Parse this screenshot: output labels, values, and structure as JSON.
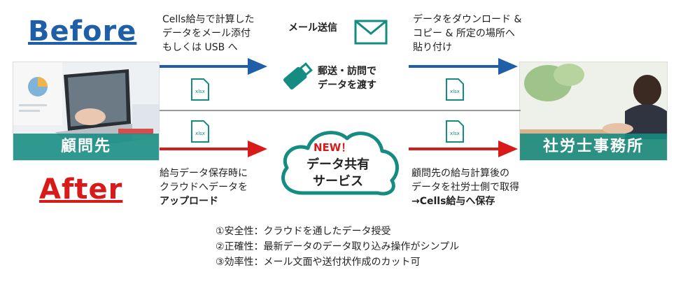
{
  "before": {
    "heading": "Before",
    "left_text": [
      "Cells給与で計算した",
      "データをメール添付",
      "もしくは USB へ"
    ],
    "email_label": "メール送信",
    "usb_label": [
      "郵送・訪問で",
      "データを渡す"
    ],
    "right_text": [
      "データをダウンロード &",
      "コピー & 所定の場所へ",
      "貼り付け"
    ]
  },
  "after": {
    "heading": "After",
    "left_text": [
      "給与データ保存時に",
      "クラウドへデータを"
    ],
    "left_text_bold": "アップロード",
    "cloud_new": "NEW！",
    "cloud_title": [
      "データ共有",
      "サービス"
    ],
    "right_text": [
      "顧問先の給与計算後の",
      "データを社労士側で取得"
    ],
    "right_text_bold": "→Cells給与へ保存"
  },
  "client": {
    "label": "顧問先"
  },
  "office": {
    "label": "社労士事務所"
  },
  "file_label": "xlsx",
  "benefits": [
    "①安全性：クラウドを通したデータ授受",
    "②正確性：最新データのデータ取り込み操作がシンプル",
    "③効率性：メール文面や送付状作成のカット可"
  ],
  "colors": {
    "blue": "#1f5fa8",
    "red": "#d81a1a",
    "teal": "#148c82"
  }
}
